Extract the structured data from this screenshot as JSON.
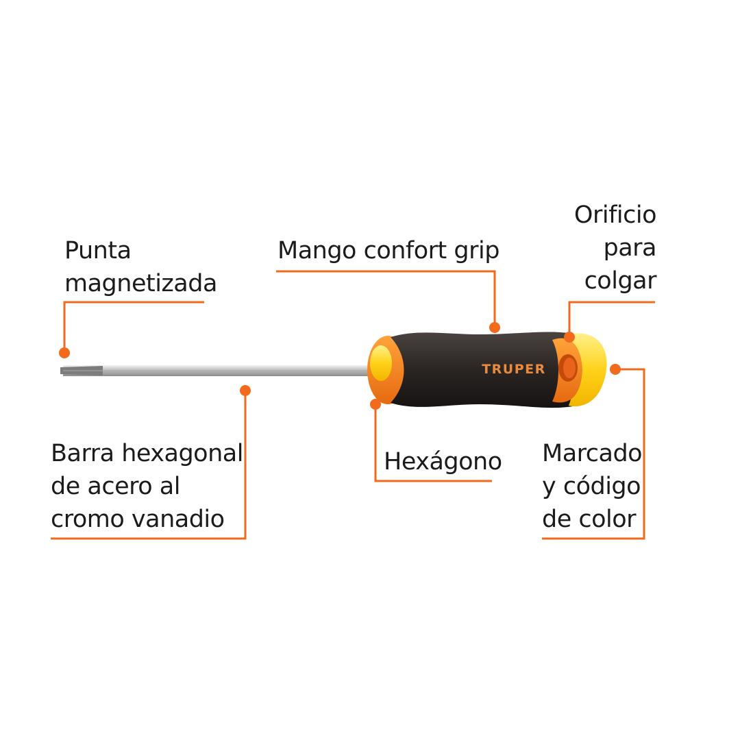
{
  "colors": {
    "callout": "#f26a1b",
    "text": "#1b1b1b",
    "handle_dark": "#2a2523",
    "handle_orange": "#f7891f",
    "handle_yellow": "#ffd21a",
    "shaft": "#c8c8c8",
    "brand_text": "#e98a3e"
  },
  "tool": {
    "brand": "TRUPER"
  },
  "callouts": {
    "tip": {
      "line1": "Punta",
      "line2": "magnetizada"
    },
    "grip": {
      "line1": "Mango confort grip"
    },
    "hole": {
      "line1": "Orificio",
      "line2": "para",
      "line3": "colgar"
    },
    "bar": {
      "line1": "Barra hexagonal",
      "line2": "de acero al",
      "line3": "cromo vanadio"
    },
    "hexagon": {
      "line1": "Hexágono"
    },
    "marking": {
      "line1": "Marcado",
      "line2": "y código",
      "line3": "de color"
    }
  }
}
